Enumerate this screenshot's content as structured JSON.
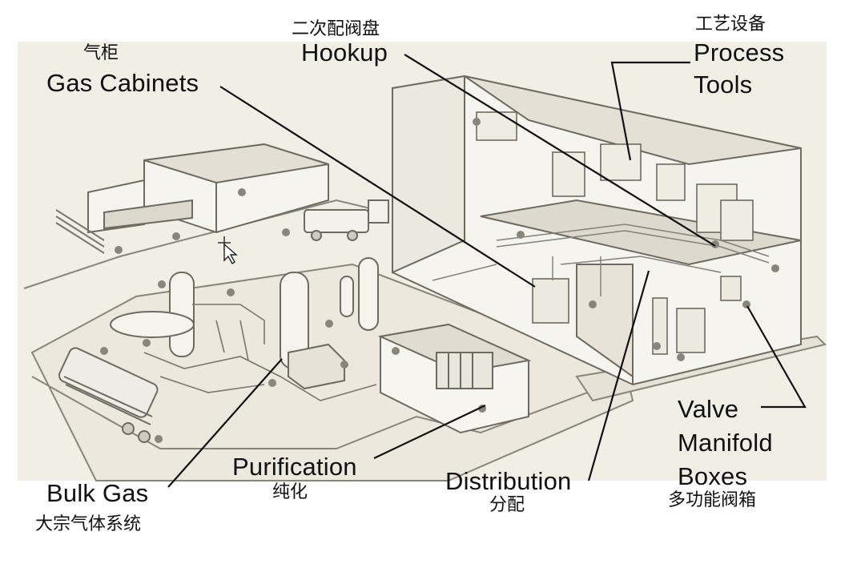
{
  "labels": {
    "gas_cabinets": {
      "zh": "气柜",
      "en": "Gas Cabinets"
    },
    "hookup": {
      "zh": "二次配阀盘",
      "en": "Hookup"
    },
    "process_tools": {
      "zh": "工艺设备",
      "en_line1": "Process",
      "en_line2": "Tools"
    },
    "valve_manifold_boxes": {
      "en_line1": "Valve",
      "en_line2": "Manifold",
      "en_line3": "Boxes",
      "zh": "多功能阀箱"
    },
    "bulk_gas": {
      "en": "Bulk Gas",
      "zh": "大宗气体系统"
    },
    "purification": {
      "en": "Purification",
      "zh": "纯化"
    },
    "distribution": {
      "en": "Distribution",
      "zh": "分配"
    }
  },
  "colors": {
    "background": "#ffffff",
    "sketch_paper": "#f1eee6",
    "sketch_line": "#6e6a62",
    "leader_line": "#111111",
    "text": "#111111"
  }
}
